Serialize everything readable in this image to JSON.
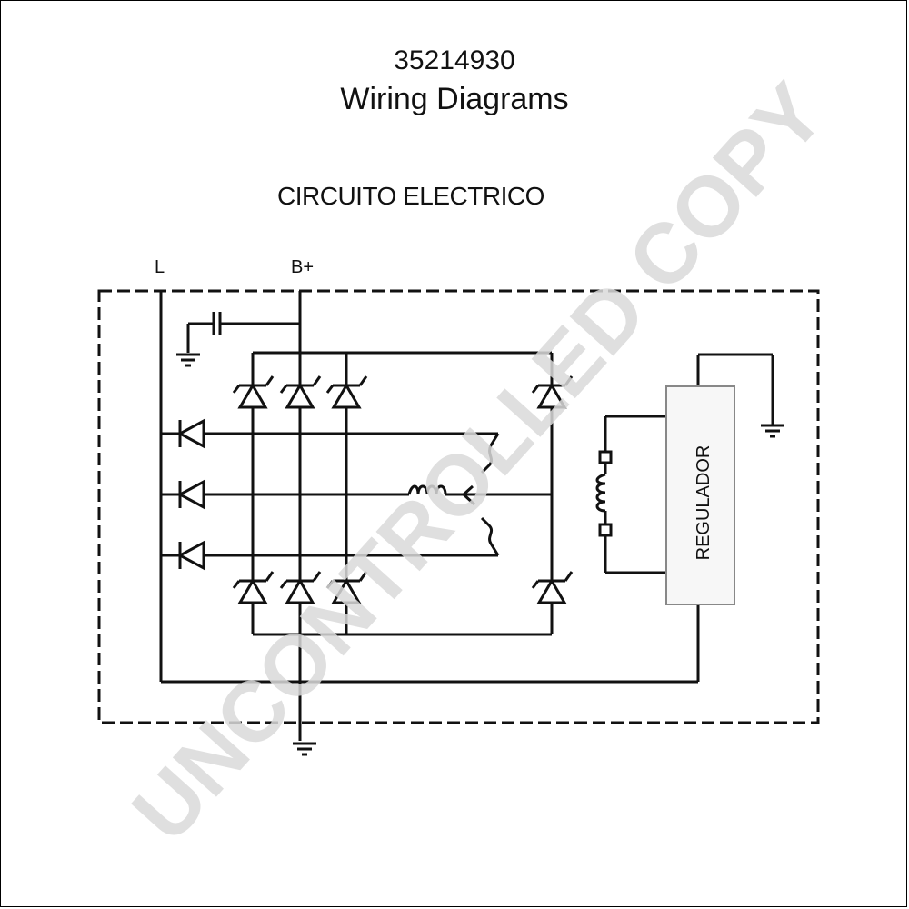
{
  "header": {
    "part_number": "35214930",
    "title": "Wiring Diagrams"
  },
  "diagram": {
    "subtitle": "CIRCUITO ELECTRICO",
    "terminals": {
      "l": "L",
      "b_plus": "B+"
    },
    "regulator_label": "REGULADOR"
  },
  "watermark": {
    "text": "UNCONTROLLED COPY",
    "color": "#d9d9d9"
  },
  "colors": {
    "line": "#111111",
    "regulator_fill": "#f7f7f7"
  }
}
